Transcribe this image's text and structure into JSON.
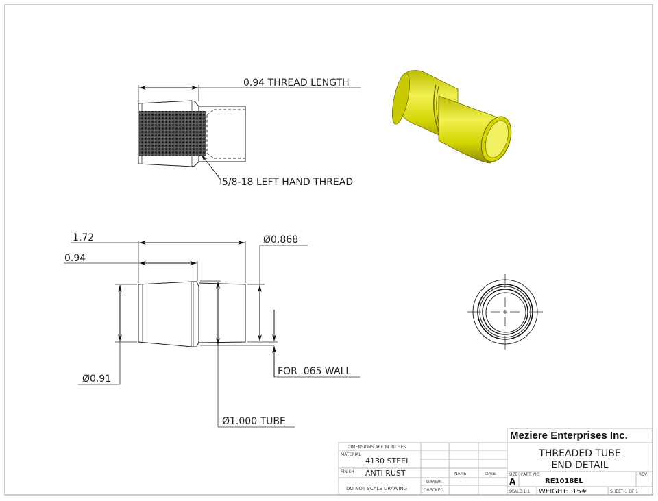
{
  "drawing": {
    "top_view": {
      "thread_length_label": "0.94 THREAD LENGTH",
      "thread_spec_label": "5/8-18 LEFT HAND THREAD"
    },
    "front_view": {
      "overall_length": "1.72",
      "thread_length": "0.94",
      "tube_od_label": "Ø0.868",
      "body_dia_label": "Ø0.91",
      "tube_label": "Ø1.000 TUBE",
      "wall_label": "FOR .065 WALL"
    },
    "colors": {
      "part_yellow": "#d9d900",
      "line": "#222222",
      "border": "#cccccc"
    }
  },
  "title_block": {
    "company": "Meziere Enterprises Inc.",
    "title_line1": "THREADED TUBE",
    "title_line2": "END DETAIL",
    "dimensions_note": "DIMENSIONS ARE IN INCHES",
    "material_label": "MATERIAL",
    "material": "4130 STEEL",
    "finish_label": "FINISH",
    "finish": "ANTI RUST",
    "scale_note": "DO NOT SCALE DRAWING",
    "name_header": "NAME",
    "date_header": "DATE",
    "drawn_label": "DRAWN",
    "drawn_name": "--",
    "drawn_date": "--",
    "checked_label": "CHECKED",
    "size_label": "SIZE",
    "size": "A",
    "part_no_label": "PART. NO.",
    "part_no": "RE1018EL",
    "rev_label": "REV.",
    "scale": "SCALE:1:1",
    "weight": "WEIGHT: .15#",
    "sheet": "SHEET 1 OF 1"
  }
}
